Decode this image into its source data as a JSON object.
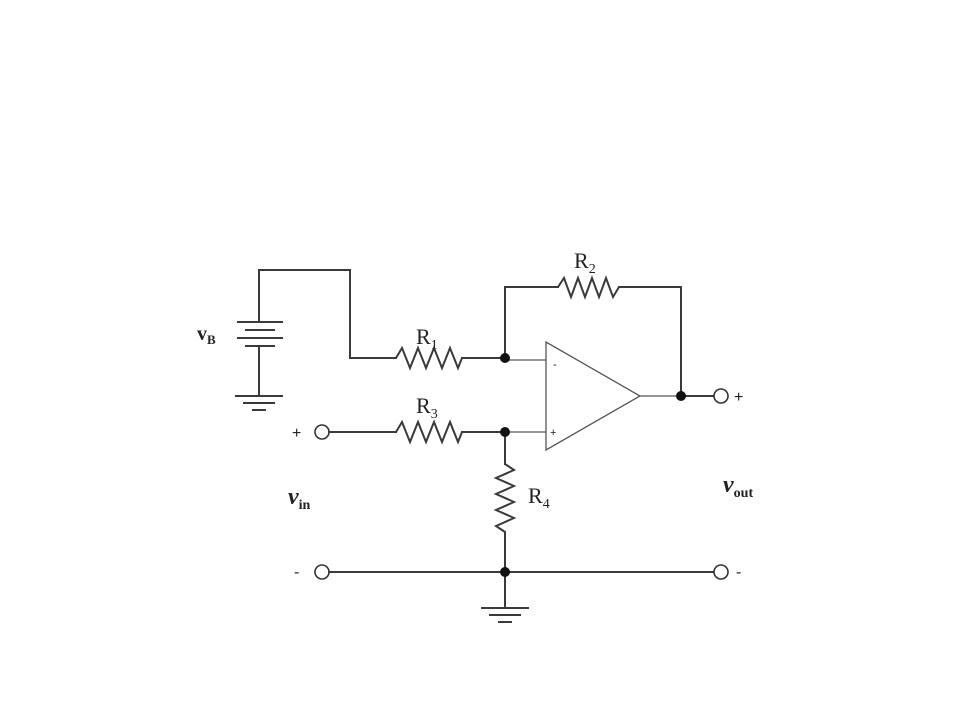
{
  "diagram": {
    "resistors": {
      "r1": {
        "letter": "R",
        "sub": "1"
      },
      "r2": {
        "letter": "R",
        "sub": "2"
      },
      "r3": {
        "letter": "R",
        "sub": "3"
      },
      "r4": {
        "letter": "R",
        "sub": "4"
      }
    },
    "source": {
      "letter": "v",
      "sub": "B"
    },
    "input": {
      "letter": "v",
      "sub": "in",
      "plus": "+",
      "minus": "-"
    },
    "output": {
      "letter": "v",
      "sub": "out",
      "plus": "+",
      "minus": "-"
    },
    "opamp": {
      "inv": "-",
      "noninv": "+"
    }
  }
}
